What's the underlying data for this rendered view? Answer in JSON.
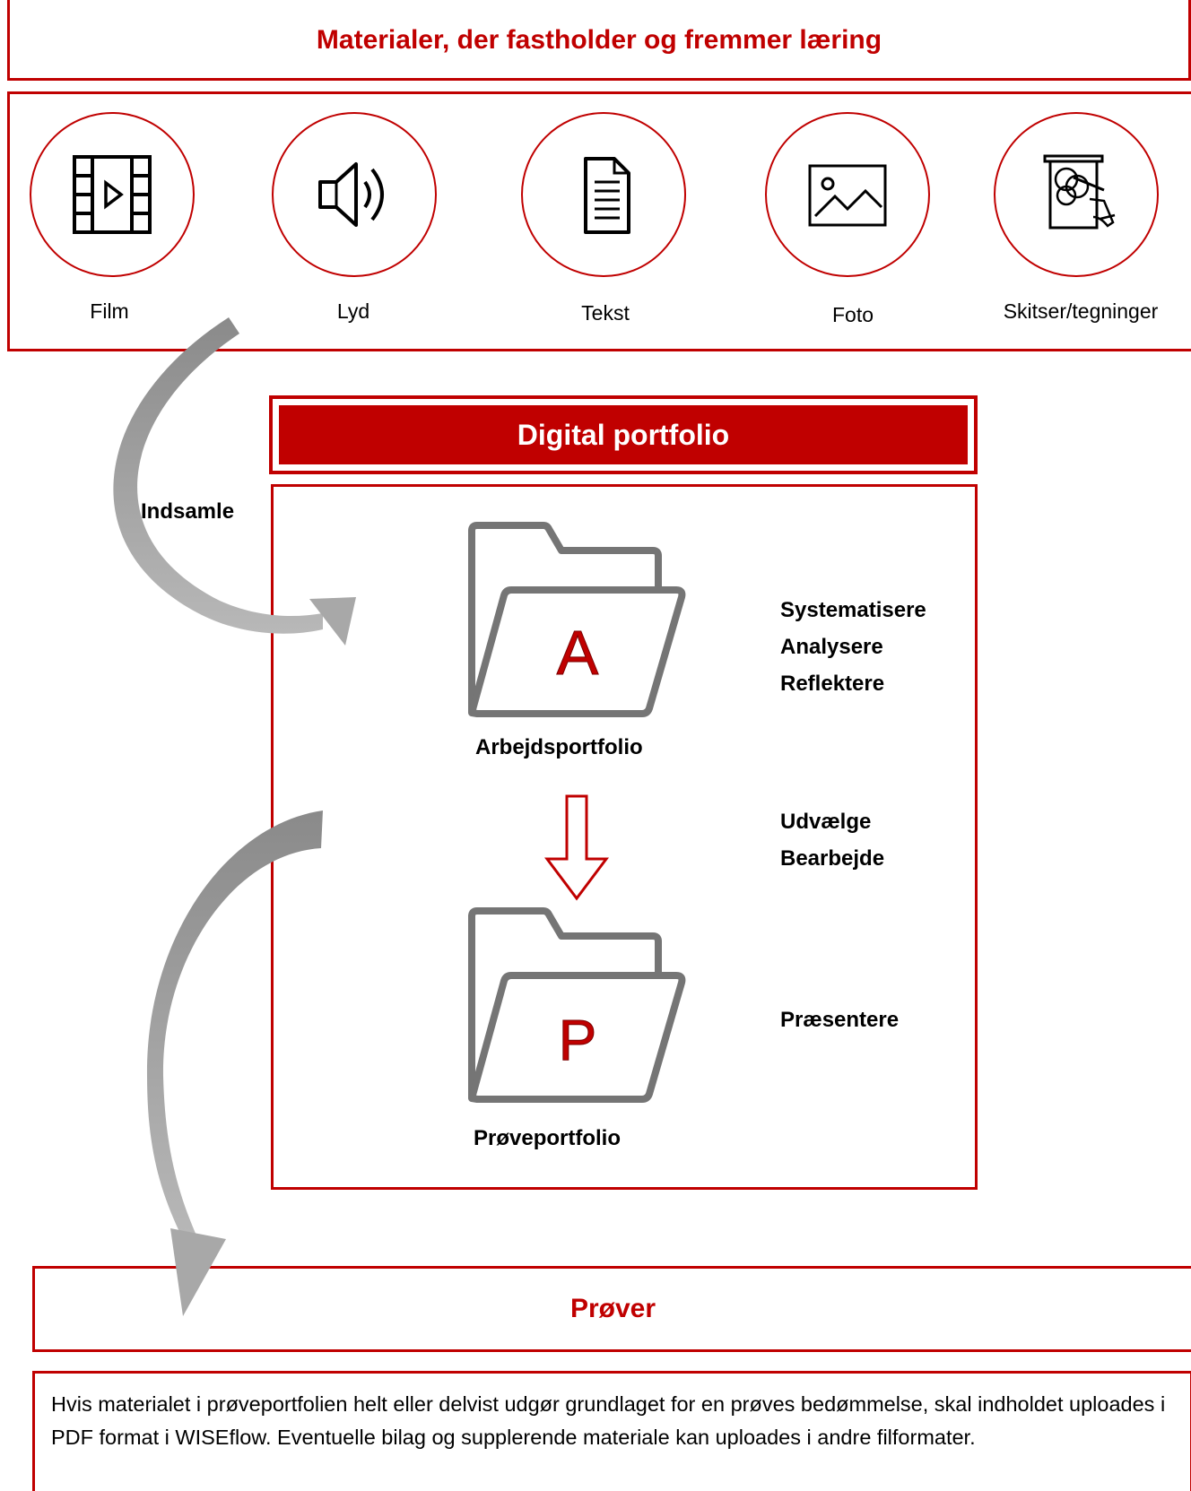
{
  "header": {
    "title": "Materialer, der fastholder og fremmer læring"
  },
  "materials": [
    {
      "label": "Film",
      "icon": "film-icon"
    },
    {
      "label": "Lyd",
      "icon": "speaker-icon"
    },
    {
      "label": "Tekst",
      "icon": "document-icon"
    },
    {
      "label": "Foto",
      "icon": "photo-icon"
    },
    {
      "label": "Skitser/tegninger",
      "icon": "sketch-icon"
    }
  ],
  "collect_label": "Indsamle",
  "portfolio": {
    "title": "Digital portfolio",
    "work_folder": {
      "letter": "A",
      "label": "Arbejdsportfolio"
    },
    "exam_folder": {
      "letter": "P",
      "label": "Prøveportfolio"
    },
    "verbs_group1": [
      "Systematisere",
      "Analysere",
      "Reflektere"
    ],
    "verbs_group2": [
      "Udvælge",
      "Bearbejde"
    ],
    "verbs_group3": [
      "Præsentere"
    ]
  },
  "exams": {
    "title": "Prøver"
  },
  "note": {
    "text": "Hvis materialet i prøveportfolien helt eller delvist udgør grundlaget for en prøves bedømmelse, skal indholdet uploades i PDF format i WISEflow. Eventuelle bilag og supplerende materiale kan uploades i andre filformater."
  },
  "colors": {
    "accent": "#c00000",
    "folder": "#757575",
    "arrow": "#9e9e9e"
  }
}
